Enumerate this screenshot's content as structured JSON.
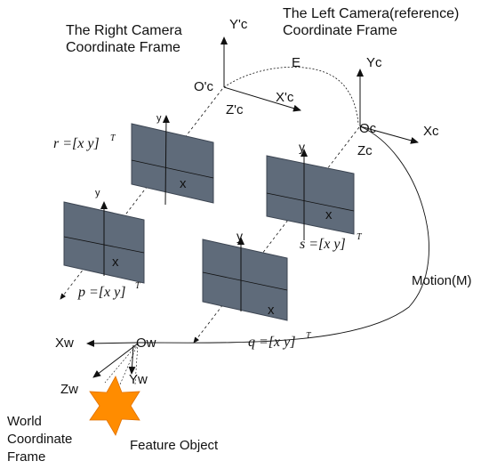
{
  "labels": {
    "right_frame_title_line1": "The Right Camera",
    "right_frame_title_line2": "Coordinate Frame",
    "left_frame_title_line1": "The Left Camera(reference)",
    "left_frame_title_line2": "Coordinate Frame",
    "y_right": "Y'c",
    "origin_right": "O'c",
    "x_right": "X'c",
    "z_right": "Z'c",
    "e_label": "E",
    "y_left": "Yc",
    "origin_left": "Oc",
    "x_left": "Xc",
    "z_left": "Zc",
    "motion": "Motion(M)",
    "world_x": "Xw",
    "world_origin": "Ow",
    "world_z": "Zw",
    "world_y": "Yw",
    "world_title_line1": "World",
    "world_title_line2": "Coordinate",
    "world_title_line3": "Frame",
    "feature_object": "Feature Object"
  },
  "image_planes": [
    {
      "id": "r",
      "axis_y": "y",
      "axis_x": "x",
      "point_eq": "r =[x y]",
      "superscript": "T"
    },
    {
      "id": "s",
      "axis_y": "y",
      "axis_x": "x",
      "point_eq": "s =[x y]",
      "superscript": "T"
    },
    {
      "id": "p",
      "axis_y": "y",
      "axis_x": "x",
      "point_eq": "p =[x y]",
      "superscript": "T"
    },
    {
      "id": "q",
      "axis_y": "y",
      "axis_x": "x",
      "point_eq": "q =[x y]",
      "superscript": "T"
    }
  ],
  "colors": {
    "plane_fill": "#5f6b7a",
    "plane_stroke": "#3c4552",
    "object_fill": "#ff8c00",
    "line": "#111111"
  }
}
